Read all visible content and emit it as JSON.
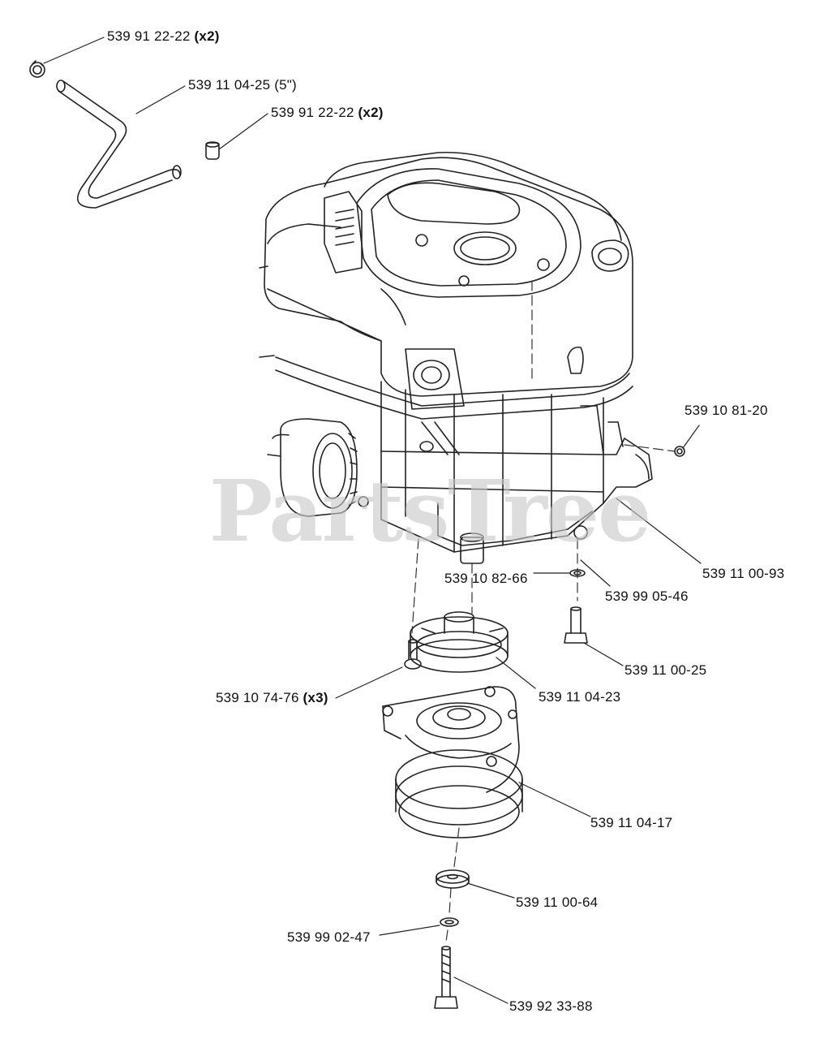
{
  "watermark": {
    "text": "PartsTree",
    "color": "#c9c9c9"
  },
  "colors": {
    "line": "#222222",
    "dash": "#333333"
  },
  "parts": [
    {
      "id": "p1",
      "number": "539 91 22-22",
      "qty": "(x2)"
    },
    {
      "id": "p2",
      "number": "539 11 04-25 (5\")",
      "qty": ""
    },
    {
      "id": "p3",
      "number": "539 91 22-22",
      "qty": "(x2)"
    },
    {
      "id": "p4",
      "number": "539 10 81-20",
      "qty": ""
    },
    {
      "id": "p5",
      "number": "539 11 00-93",
      "qty": ""
    },
    {
      "id": "p6",
      "number": "539 10 82-66",
      "qty": ""
    },
    {
      "id": "p7",
      "number": "539 99 05-46",
      "qty": ""
    },
    {
      "id": "p8",
      "number": "539 11 00-25",
      "qty": ""
    },
    {
      "id": "p9",
      "number": "539 10 74-76",
      "qty": "(x3)"
    },
    {
      "id": "p10",
      "number": "539 11 04-23",
      "qty": ""
    },
    {
      "id": "p11",
      "number": "539 11 04-17",
      "qty": ""
    },
    {
      "id": "p12",
      "number": "539 11 00-64",
      "qty": ""
    },
    {
      "id": "p13",
      "number": "539 99 02-47",
      "qty": ""
    },
    {
      "id": "p14",
      "number": "539 92 33-88",
      "qty": ""
    }
  ]
}
